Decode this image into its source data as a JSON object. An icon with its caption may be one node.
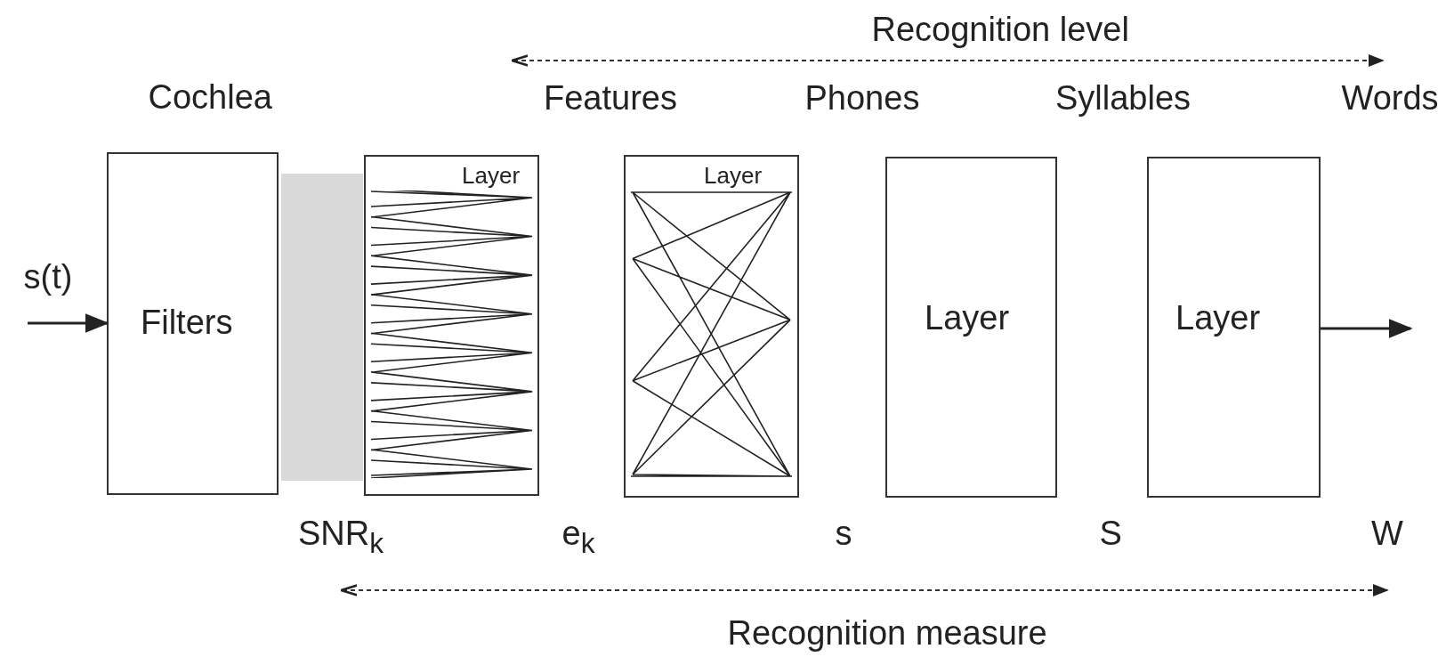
{
  "diagram": {
    "nodes": [
      {
        "text": [
          "Filters"
        ]
      },
      {
        "text": [],
        "shape": "bar"
      },
      {
        "text": [
          "Layer"
        ]
      },
      {
        "text": [
          "Layer"
        ]
      },
      {
        "text": [
          "Layer"
        ]
      },
      {
        "text": [
          "Layer"
        ]
      }
    ],
    "edges": [
      {
        "from": null,
        "to": 0,
        "arrow": "to"
      },
      {
        "from": 5,
        "to": null,
        "arrow": "to"
      }
    ],
    "labels": [
      "Recognition level",
      "Cochlea",
      "Features",
      "Phones",
      "Syllables",
      "Words",
      "s(t)",
      "SNR$_{k}$",
      "e$_{k}$",
      "s",
      "S",
      "W",
      "Recognition measure"
    ]
  }
}
